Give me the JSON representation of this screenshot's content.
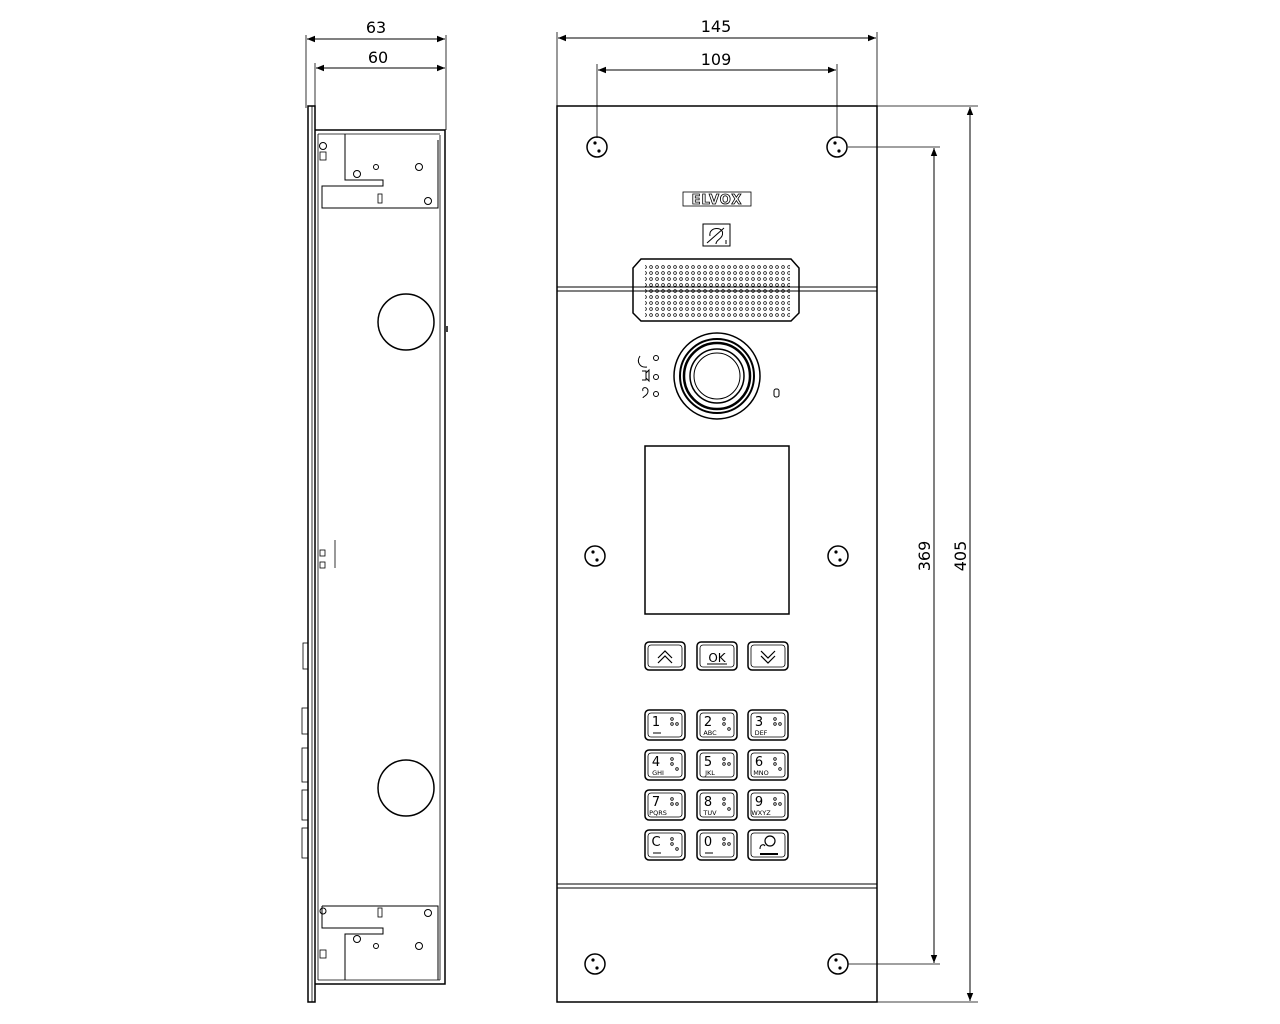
{
  "dimensions": {
    "side_outer_width": "63",
    "side_inner_width": "60",
    "front_width": "145",
    "hole_spacing_width": "109",
    "hole_spacing_height": "369",
    "front_height": "405"
  },
  "panel": {
    "logo": "ELVOX",
    "nav_keys": [
      "«",
      "OK",
      "»"
    ],
    "keypad": [
      {
        "digit": "1",
        "letters": ""
      },
      {
        "digit": "2",
        "letters": "ABC"
      },
      {
        "digit": "3",
        "letters": "DEF"
      },
      {
        "digit": "4",
        "letters": "GHI"
      },
      {
        "digit": "5",
        "letters": "JKL"
      },
      {
        "digit": "6",
        "letters": "MNO"
      },
      {
        "digit": "7",
        "letters": "PQRS"
      },
      {
        "digit": "8",
        "letters": "TUV"
      },
      {
        "digit": "9",
        "letters": "WXYZ"
      },
      {
        "digit": "C",
        "letters": ""
      },
      {
        "digit": "0",
        "letters": ""
      },
      {
        "digit": "",
        "letters": ""
      }
    ]
  }
}
